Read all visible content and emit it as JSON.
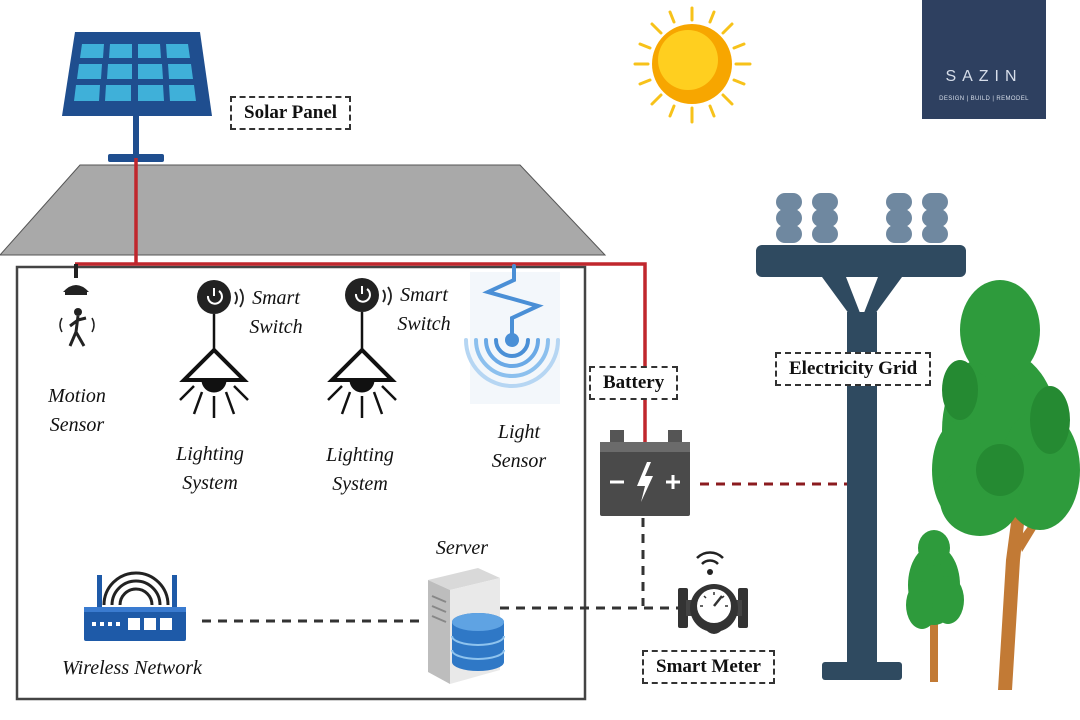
{
  "labels": {
    "solar_panel": "Solar Panel",
    "battery": "Battery",
    "electricity_grid": "Electricity Grid",
    "smart_meter": "Smart Meter"
  },
  "devices": {
    "motion_sensor": [
      "Motion",
      "Sensor"
    ],
    "smart_switch_1": [
      "Smart",
      "Switch"
    ],
    "smart_switch_2": [
      "Smart",
      "Switch"
    ],
    "lighting_system_1": [
      "Lighting",
      "System"
    ],
    "lighting_system_2": [
      "Lighting",
      "System"
    ],
    "light_sensor": [
      "Light",
      "Sensor"
    ],
    "server": "Server",
    "wireless_network": "Wireless Network"
  },
  "logo": {
    "name": "SAZIN",
    "tagline": "DESIGN | BUILD | REMODEL"
  },
  "colors": {
    "power_line": "#c0272d",
    "panel_blue": "#1f4e8f",
    "cell_blue": "#3fb0d9",
    "roof_gray": "#a9a9a9",
    "pole_dark": "#2f4a60",
    "insulator": "#6f88a0",
    "tree_green": "#2e9b3c",
    "trunk": "#c27a35",
    "sun": "#f7b500",
    "logo_bg": "#2e4060"
  }
}
